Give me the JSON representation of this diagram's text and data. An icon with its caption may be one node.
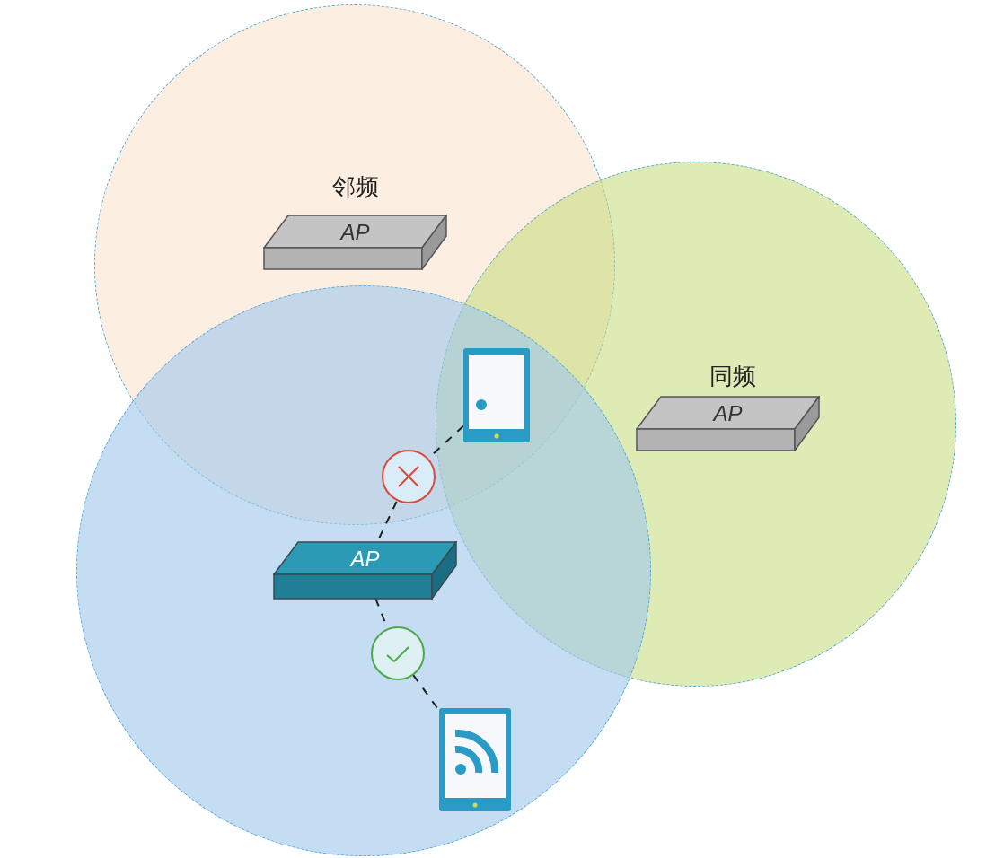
{
  "diagram": {
    "nodes": [
      {
        "text": [
          "邻频"
        ]
      },
      {
        "text": [
          "AP"
        ],
        "in": 0
      },
      {
        "text": [
          "同频"
        ]
      },
      {
        "text": [
          "AP"
        ],
        "in": 2
      },
      {
        "text": [],
        "shape": "picture"
      },
      {
        "text": [],
        "shape": "circle"
      },
      {
        "text": [],
        "shape": "circle"
      },
      {
        "text": [
          "AP"
        ],
        "in": 6
      },
      {
        "text": [],
        "shape": "circle",
        "in": 6
      },
      {
        "text": [],
        "shape": "picture",
        "in": 6
      }
    ],
    "edges": [
      {
        "from": 4,
        "to": 5,
        "arrow": "none",
        "style": "dashed"
      },
      {
        "from": 5,
        "to": 7,
        "arrow": "none",
        "style": "dashed"
      },
      {
        "from": 7,
        "to": 8,
        "arrow": "none",
        "style": "dashed"
      },
      {
        "from": 8,
        "to": 9,
        "arrow": "none",
        "style": "dashed"
      }
    ]
  }
}
